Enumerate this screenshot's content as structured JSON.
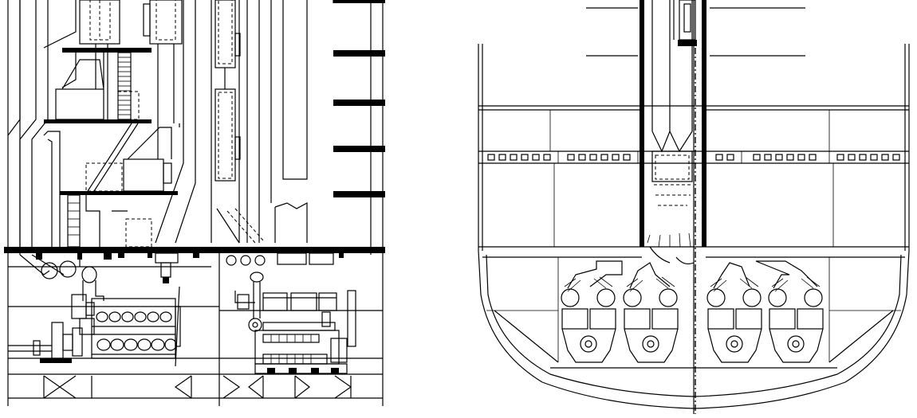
{
  "drawing": {
    "left_view": "ship-engine-room-side-elevation",
    "right_view": "ship-hull-cross-section",
    "line_color": "#000000",
    "background_color": "#ffffff"
  },
  "left_engine": {
    "cylinder_rows": 2,
    "cylinders_per_row": 6
  },
  "right_engines": {
    "count": 4
  },
  "deck_windows": {
    "count": 26
  }
}
